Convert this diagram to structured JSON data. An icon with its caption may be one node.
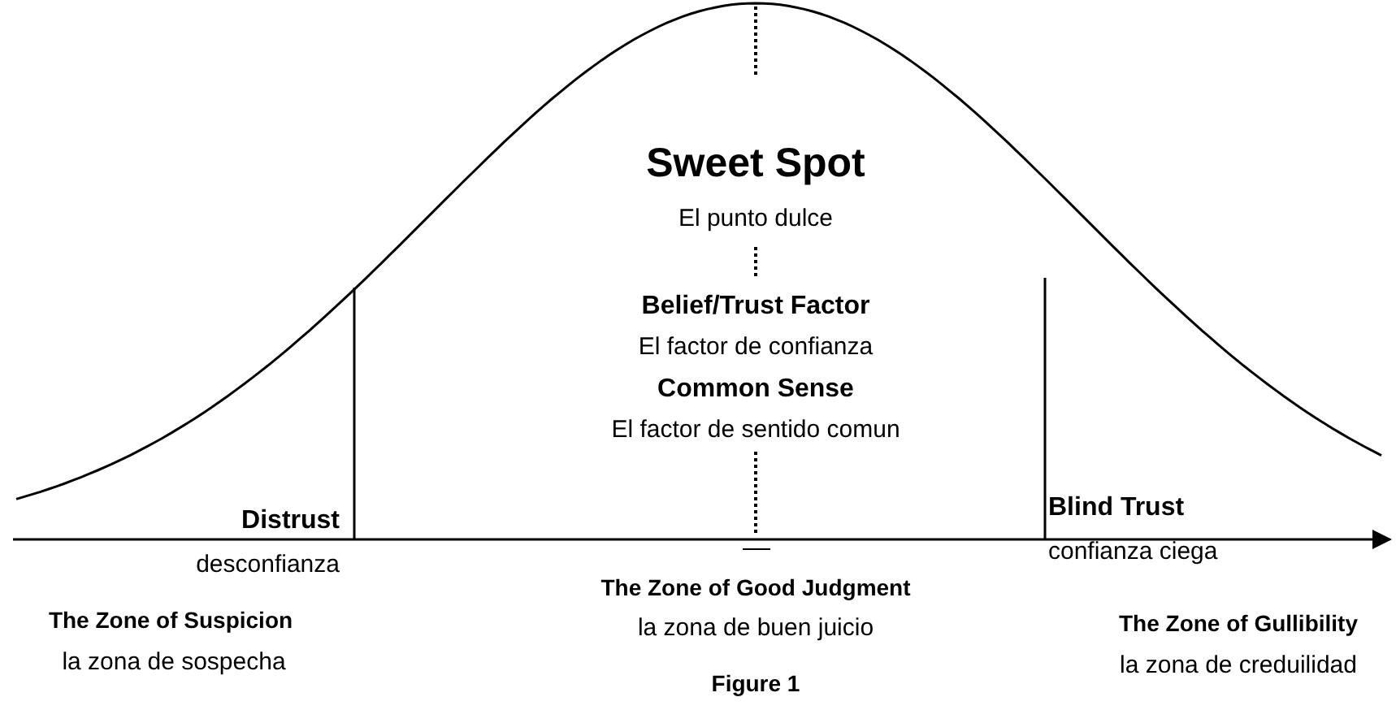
{
  "diagram": {
    "caption": "Figure 1",
    "labels": [
      "Sweet Spot",
      "El punto dulce",
      "Belief/Trust Factor",
      "El factor de confianza",
      "Common Sense",
      "El factor de sentido comun",
      "Distrust",
      "Blind Trust",
      "desconfianza",
      "confianza ciega",
      "The Zone of Good Judgment",
      "The Zone of Suspicion",
      "la zona de buen juicio",
      "The Zone of Gullibility",
      "la zona de sospecha",
      "la zona de creduilidad"
    ]
  }
}
